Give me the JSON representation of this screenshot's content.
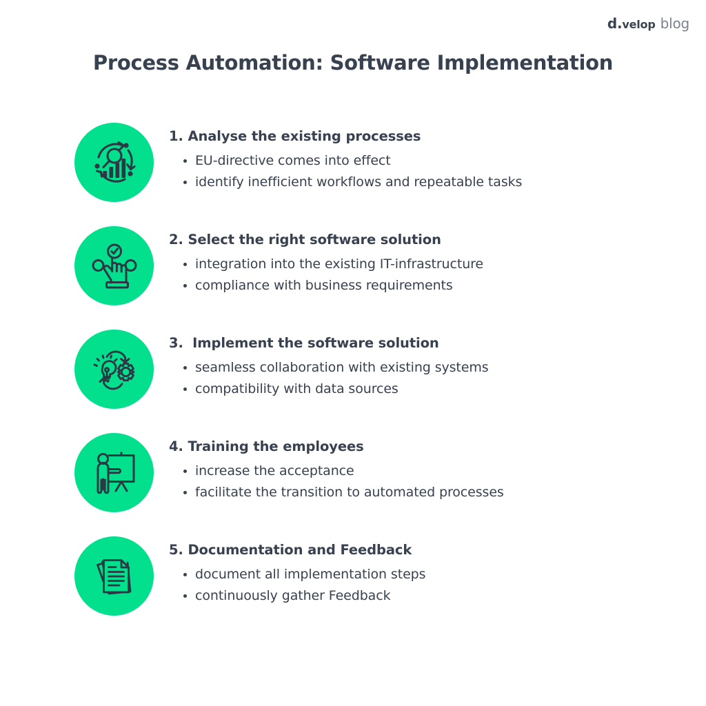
{
  "brand": {
    "name_prefix": "d.",
    "name_small": "velop",
    "sub": "blog"
  },
  "title": "Process Automation: Software Implementation",
  "colors": {
    "accent_green": "#02e08d",
    "text_dark": "#37414f",
    "brand_gray": "#7b838d",
    "background": "#ffffff"
  },
  "steps": [
    {
      "icon": "process-analysis-icon",
      "heading": "1. Analyse the existing processes",
      "bullets": [
        "EU-directive comes into effect",
        "identify inefficient workflows and repeatable tasks"
      ]
    },
    {
      "icon": "select-option-hand-icon",
      "heading": "2. Select the right software solution",
      "bullets": [
        "integration into the existing IT-infrastructure",
        "compliance with business requirements"
      ]
    },
    {
      "icon": "idea-gear-cycle-icon",
      "heading": "3.  Implement the software solution",
      "bullets": [
        "seamless collaboration with existing systems",
        "compatibility with data sources"
      ]
    },
    {
      "icon": "training-presentation-icon",
      "heading": "4. Training the employees",
      "bullets": [
        "increase the acceptance",
        "facilitate the transition to automated processes"
      ]
    },
    {
      "icon": "documents-stack-icon",
      "heading": "5. Documentation and Feedback",
      "bullets": [
        "document all implementation steps",
        "continuously gather Feedback"
      ]
    }
  ]
}
